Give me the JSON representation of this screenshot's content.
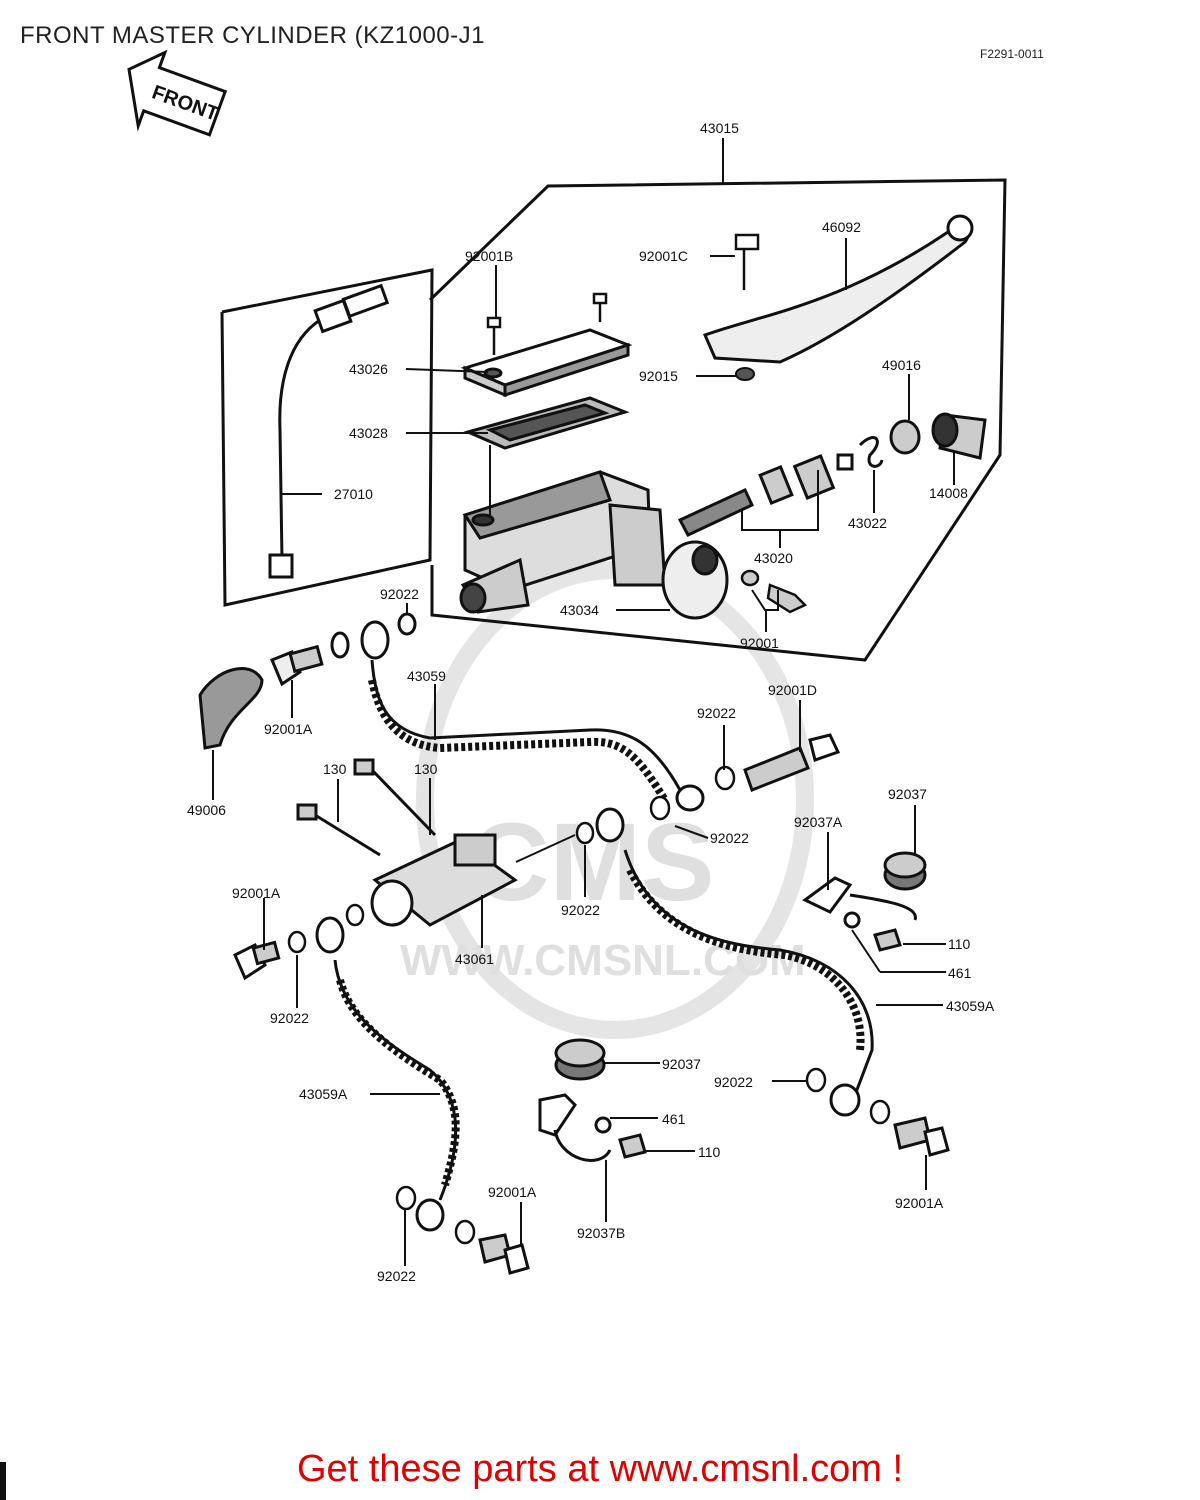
{
  "title": "FRONT MASTER CYLINDER (KZ1000-J1",
  "figure_code": "F2291-0011",
  "front_arrow_label": "FRONT",
  "watermark": {
    "brand": "CMS",
    "url": "WWW.CMSNL.COM"
  },
  "promo_text": "Get these parts at www.cmsnl.com !",
  "part_labels": {
    "p43015": "43015",
    "p46092": "46092",
    "p92001C": "92001C",
    "p92001B": "92001B",
    "p43026": "43026",
    "p92015": "92015",
    "p49016": "49016",
    "p43028": "43028",
    "p27010": "27010",
    "p14008": "14008",
    "p43022": "43022",
    "p43020": "43020",
    "p92022_a": "92022",
    "p43034": "43034",
    "p92001": "92001",
    "p43059": "43059",
    "p92001A_a": "92001A",
    "p49006": "49006",
    "p92022_b": "92022",
    "p92001D": "92001D",
    "p130_a": "130",
    "p130_b": "130",
    "p92022_c": "92022",
    "p92037A": "92037A",
    "p92037_a": "92037",
    "p92022_d": "92022",
    "p92001A_b": "92001A",
    "p43061": "43061",
    "p110_a": "110",
    "p461_a": "461",
    "p92022_e": "92022",
    "p43059A_a": "43059A",
    "p92037_b": "92037",
    "p92022_f": "92022",
    "p43059A_b": "43059A",
    "p461_b": "461",
    "p110_b": "110",
    "p92001A_c": "92001A",
    "p92037B": "92037B",
    "p92001A_d": "92001A",
    "p92022_g": "92022"
  }
}
